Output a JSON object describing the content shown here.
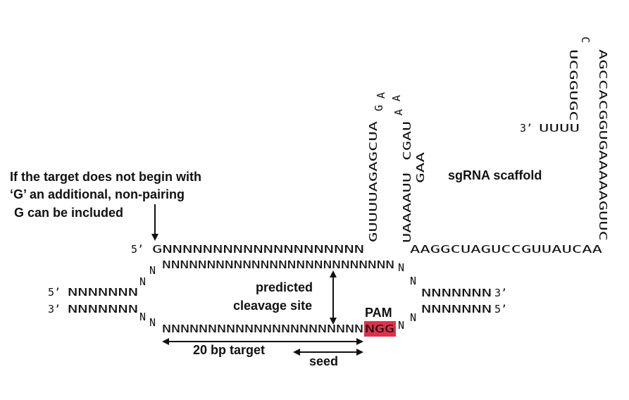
{
  "sequences": {
    "sgrna_5prime": "5’",
    "sgrna_main": "GNNNNNNNNNNNNNNNNNNNN",
    "stem1_left": "GUUUUAGAGCUA",
    "loop1_g": "G",
    "loop1_a1": "A",
    "loop1_a2": "A",
    "loop1_a3": "A",
    "stem1_right": "CGAU",
    "stem1_right2": "UAAAAUU",
    "gaa": "GAA",
    "sgrna_tail": "AAGGCUAGUCCGUUAUCAA",
    "stem2_right": "AGCCACGGUGAAAAAGUUC",
    "stem2_left": "UCGGUGC",
    "loop2_c": "C",
    "sgrna_3prime": "3’",
    "sgrna_3_seq": "UUUU",
    "dna_top_strand": "NNNNNNNNNNNNNNNNNNNNNNNNNN",
    "dna_bottom_strand": "NNNNNNNNNNNNNNNNNNNNNN",
    "pam_seq": "NGG",
    "n": "N",
    "left_5": "5’",
    "left_5_seq": "NNNNNNN",
    "left_3": "3’",
    "left_3_seq": "NNNNNNN",
    "right_top_seq": "NNNNNNN",
    "right_top_3": "3’",
    "right_bottom_seq": "NNNNNNN",
    "right_bottom_5": "5’"
  },
  "labels": {
    "note_line1": "If the target does not begin with",
    "note_line2": "‘G’ an additional, non-pairing",
    "note_line3": "G can be included",
    "scaffold": "sgRNA scaffold",
    "predicted_line1": "predicted",
    "predicted_line2": "cleavage site",
    "pam": "PAM",
    "target": "20 bp target",
    "seed": "seed"
  },
  "colors": {
    "pam_highlight": "#e0304a",
    "text": "#111111"
  }
}
